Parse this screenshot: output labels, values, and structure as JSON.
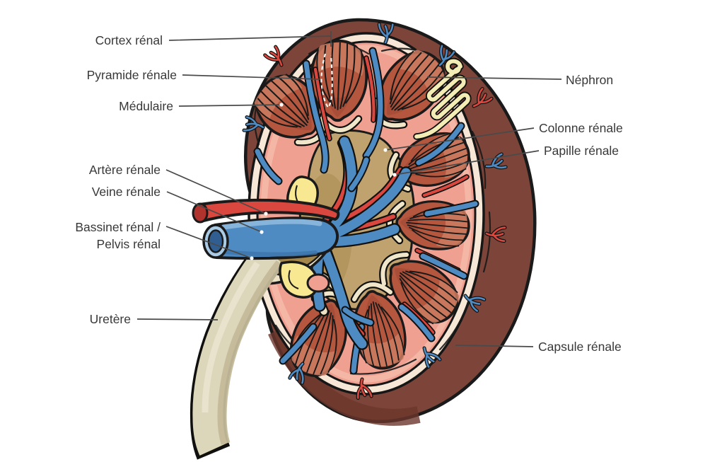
{
  "labels": {
    "cortex": "Cortex rénal",
    "pyramide": "Pyramide rénale",
    "medullaire": "Médulaire",
    "artere": "Artère rénale",
    "veine": "Veine rénale",
    "bassinet_line1": "Bassinet rénal /",
    "bassinet_line2": "Pelvis rénal",
    "uretere": "Uretère",
    "nephron": "Néphron",
    "colonne": "Colonne rénale",
    "papille": "Papille rénale",
    "capsule": "Capsule rénale"
  },
  "colors": {
    "background": "#ffffff",
    "outline": "#1a1a1a",
    "label_text": "#383838",
    "leader_line": "#4a4a4a",
    "capsule": "#7d4539",
    "capsule_shadow": "#6b362c",
    "cream_ring": "#f7e7d6",
    "cortex": "#efa091",
    "cortex_light": "#f6bfae",
    "pyramid": "#b4573e",
    "pyramid_light": "#cd7d61",
    "pyramid_dark": "#9c4531",
    "sinus_tan": "#bfa26d",
    "tan_dark": "#a5874c",
    "calyx_cream": "#f0e6ca",
    "vein_blue": "#4f8bc3",
    "vein_light": "#86b4da",
    "vein_lumen": "#305e91",
    "vein_rim": "#a9cbe5",
    "artery_red": "#d9473e",
    "artery_dark": "#b0332e",
    "ureter_beige": "#dcd6ba",
    "ureter_shadow": "#c4ba9a",
    "ureter_light": "#eae4d0",
    "fat_yellow": "#f7e891",
    "nephron_cream": "#f3edb5"
  }
}
